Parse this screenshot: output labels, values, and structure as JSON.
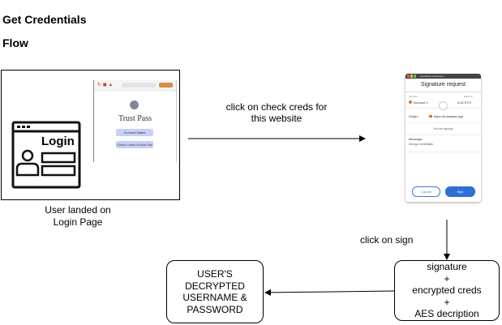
{
  "header": {
    "title": "Get Credentials",
    "subtitle": "Flow"
  },
  "left_panel": {
    "caption_line1": "User landed on",
    "caption_line2": "Login Page",
    "login_text": "Login",
    "extension": {
      "title": "Trust Pass",
      "connect_button": "Connect Wallet",
      "tab_button": "Check Creds for this Tab"
    }
  },
  "arrow_top": {
    "line1": "click on check creds for",
    "line2": "this website"
  },
  "signature_window": {
    "titlebar": "MetaMask Notification",
    "header": "Signature request",
    "account_label": "Account",
    "account_value": "Account 1",
    "balance_label": "Balance",
    "balance_value": "0.00 ETH",
    "origin_label": "Origin:",
    "origin_value": "https://trustpass.app",
    "signing_text": "You are signing:",
    "message_label": "Message:",
    "message_value": "Decrypt credentials",
    "cancel_button": "Cancel",
    "sign_button": "Sign"
  },
  "arrow_down": {
    "label": "click on sign"
  },
  "box_right": {
    "line1": "signature",
    "line2": "+",
    "line3": "encrypted creds",
    "line4": "+",
    "line5": "AES decription"
  },
  "box_left": {
    "line1": "USER'S",
    "line2": "DECRYPTED",
    "line3": "USERNAME &",
    "line4": "PASSWORD"
  }
}
